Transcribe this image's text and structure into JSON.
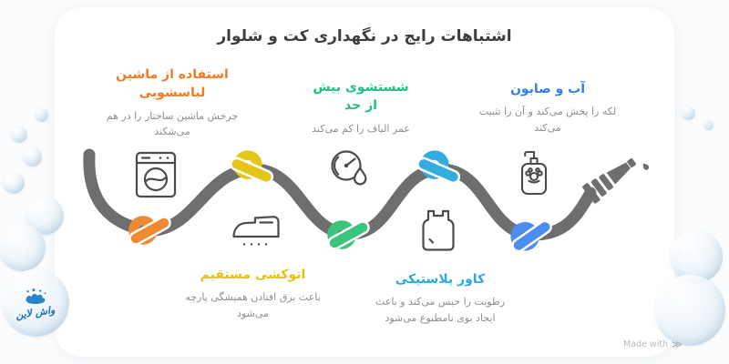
{
  "title": "اشتباهات رایج در نگهداری کت و شلوار",
  "sections": [
    {
      "id": "washing-machine",
      "title": "استفاده از ماشین لباسشویی",
      "description": "چرخش ماشین ساختار را در هم می‌شکند",
      "accent_color": "#ed7d22",
      "knot_color": "#ef8a33",
      "icon": "washing-machine-icon",
      "text_position": "top"
    },
    {
      "id": "over-washing",
      "title": "شستشوی بیش از حد",
      "description": "عمر الیاف را کم می‌کند",
      "accent_color": "#1fc17d",
      "knot_color": "#3cc47c",
      "icon": "gauge-droplet-icon",
      "text_position": "top"
    },
    {
      "id": "water-and-soap",
      "title": "آب و صابون",
      "description": "لکه را پخش می‌کند و آن را تثبیت می‌کند",
      "accent_color": "#2f80ed",
      "knot_color": "#4b8df0",
      "icon": "soap-dispenser-icon",
      "text_position": "top"
    },
    {
      "id": "direct-ironing",
      "title": "اتوکشی مستقیم",
      "description": "باعث برق افتادن همیشگی پارچه می‌شود",
      "accent_color": "#e6c20f",
      "knot_color": "#e5c517",
      "icon": "iron-icon",
      "text_position": "bottom"
    },
    {
      "id": "plastic-cover",
      "title": "کاور پلاستیکی",
      "description": "رطوبت را حبس می‌کند و باعث ایجاد بوی نامطبوع می‌شود",
      "accent_color": "#2da9dd",
      "knot_color": "#33ace0",
      "icon": "plastic-bag-icon",
      "text_position": "bottom"
    }
  ],
  "hose_color": "#6d6e6e",
  "brand": {
    "logo_text": "واش لاین"
  },
  "footer": {
    "made_with": "Made with"
  }
}
